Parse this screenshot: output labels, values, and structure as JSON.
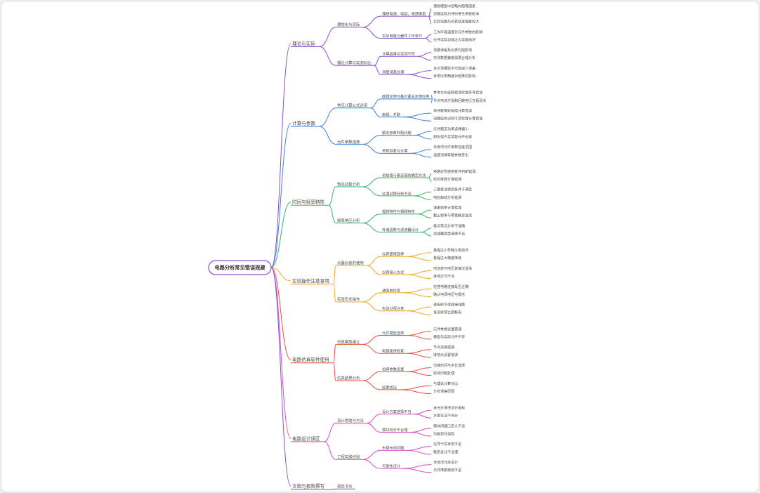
{
  "root": "电路分析常见错误规避",
  "colors": {
    "root_border": "#8a4fd1",
    "branches": [
      "#8a4fd1",
      "#3d7fe0",
      "#32b569",
      "#f5a623",
      "#ef4b3f",
      "#d84ac4",
      "#8a4fd1"
    ]
  },
  "branches": [
    {
      "label": "理论与实际",
      "children": [
        {
          "label": "理想化与实际",
          "children": [
            {
              "label": "理想电源、电容、电感模型",
              "children": [
                "理想模型中忽略内阻等因素",
                "忽略实际元件的寄生参数影响",
                "实际电路与仿真结果偏差较大"
              ]
            },
            {
              "label": "实际电路元器件工作条件",
              "children": [
                "工作环境温度对元件参数的影响",
                "元件实际功耗过大导致损坏"
              ]
            }
          ]
        },
        {
          "label": "理论计算与实测对比",
          "children": [
            {
              "label": "计算结果与实测不符",
              "children": [
                "测量误差及仪表内阻影响",
                "实测数据偏差需要合理分析"
              ]
            },
            {
              "label": "测量误差处理",
              "children": [
                "多次测量取平均值减少误差",
                "考虑仪表精度对结果的影响"
              ]
            }
          ]
        }
      ]
    },
    {
      "label": "计算与参数",
      "children": [
        {
          "label": "常见计算公式运用",
          "children": [
            {
              "label": "欧姆定律与基尔霍夫定律应用",
              "children": [
                "参考方向选取错误导致符号错误",
                "节点电流方程和回路电压方程混淆"
              ]
            },
            {
              "label": "串联、并联",
              "children": [
                "串并联等效电阻计算错误",
                "电路结构识别不清导致计算错误"
              ]
            }
          ]
        },
        {
          "label": "元件参数选择",
          "children": [
            {
              "label": "额定参数匹配问题",
              "children": [
                "元件额定功率选择偏小",
                "耐压值不足导致元件击穿"
              ]
            },
            {
              "label": "参数容差与计算",
              "children": [
                "未考虑元件参数容差范围",
                "温度漂移导致参数变化"
              ]
            }
          ]
        }
      ]
    },
    {
      "label": "时间与频率特性",
      "children": [
        {
          "label": "暂态过程分析",
          "children": [
            {
              "label": "初始值与稳态值的确定方法",
              "children": [
                "换路定则使用条件判断错误",
                "时间常数计算错误"
              ]
            },
            {
              "label": "过渡过程分析方法",
              "children": [
                "三要素法使用条件不满足",
                "响应曲线分析错误"
              ]
            }
          ]
        },
        {
          "label": "频率响应分析",
          "children": [
            {
              "label": "幅频特性与相频特性",
              "children": [
                "谐振频率计算错误",
                "截止频率与带宽概念混淆"
              ]
            },
            {
              "label": "传递函数与滤波器设计",
              "children": [
                "极点零点分析不准确",
                "滤波器类型选择不当"
              ]
            }
          ]
        }
      ]
    },
    {
      "label": "实验操作注意事项",
      "children": [
        {
          "label": "仪器仪表的使用",
          "children": [
            {
              "label": "仪表量程选择",
              "children": [
                "量程过小导致仪表损坏",
                "量程过大精度降低"
              ]
            },
            {
              "label": "仪表接入方式",
              "children": [
                "电流表与电压表接法混淆",
                "接地方式不当"
              ]
            }
          ]
        },
        {
          "label": "实验安全操作",
          "children": [
            {
              "label": "通电前检查",
              "children": [
                "检查电路连接是否正确",
                "确认电源电压与极性"
              ]
            },
            {
              "label": "实验过程注意",
              "children": [
                "通电时不得改接线路",
                "发现异常立即断电"
              ]
            }
          ]
        }
      ]
    },
    {
      "label": "电路仿真软件使用",
      "children": [
        {
          "label": "仿真模型建立",
          "children": [
            {
              "label": "元件模型选择",
              "children": [
                "元件参数设置错误",
                "模型与实际元件不符"
              ]
            },
            {
              "label": "电路连接检查",
              "children": [
                "节点连接遗漏",
                "接地点设置错误"
              ]
            }
          ]
        },
        {
          "label": "仿真结果分析",
          "children": [
            {
              "label": "仿真参数设置",
              "children": [
                "仿真时间与步长选择",
                "收敛问题处理"
              ]
            },
            {
              "label": "结果验证",
              "children": [
                "与理论计算对比",
                "分析误差原因"
              ]
            }
          ]
        }
      ]
    },
    {
      "label": "电路设计误区",
      "children": [
        {
          "label": "设计思路与方法",
          "children": [
            {
              "label": "设计方案选择不当",
              "children": [
                "未充分考虑设计指标",
                "方案论证不充分"
              ]
            },
            {
              "label": "模块划分不合理",
              "children": [
                "模块间接口定义不清",
                "功能划分混乱"
              ]
            }
          ]
        },
        {
          "label": "工程实践经验",
          "children": [
            {
              "label": "布局布线问题",
              "children": [
                "信号干扰考虑不足",
                "散热设计不合理"
              ]
            },
            {
              "label": "可靠性设计",
              "children": [
                "未考虑冗余设计",
                "元件降额使用不足"
              ]
            }
          ]
        }
      ]
    },
    {
      "label": "文档与报告撰写",
      "children": [
        {
          "label": "规范书写",
          "children": []
        }
      ]
    }
  ]
}
